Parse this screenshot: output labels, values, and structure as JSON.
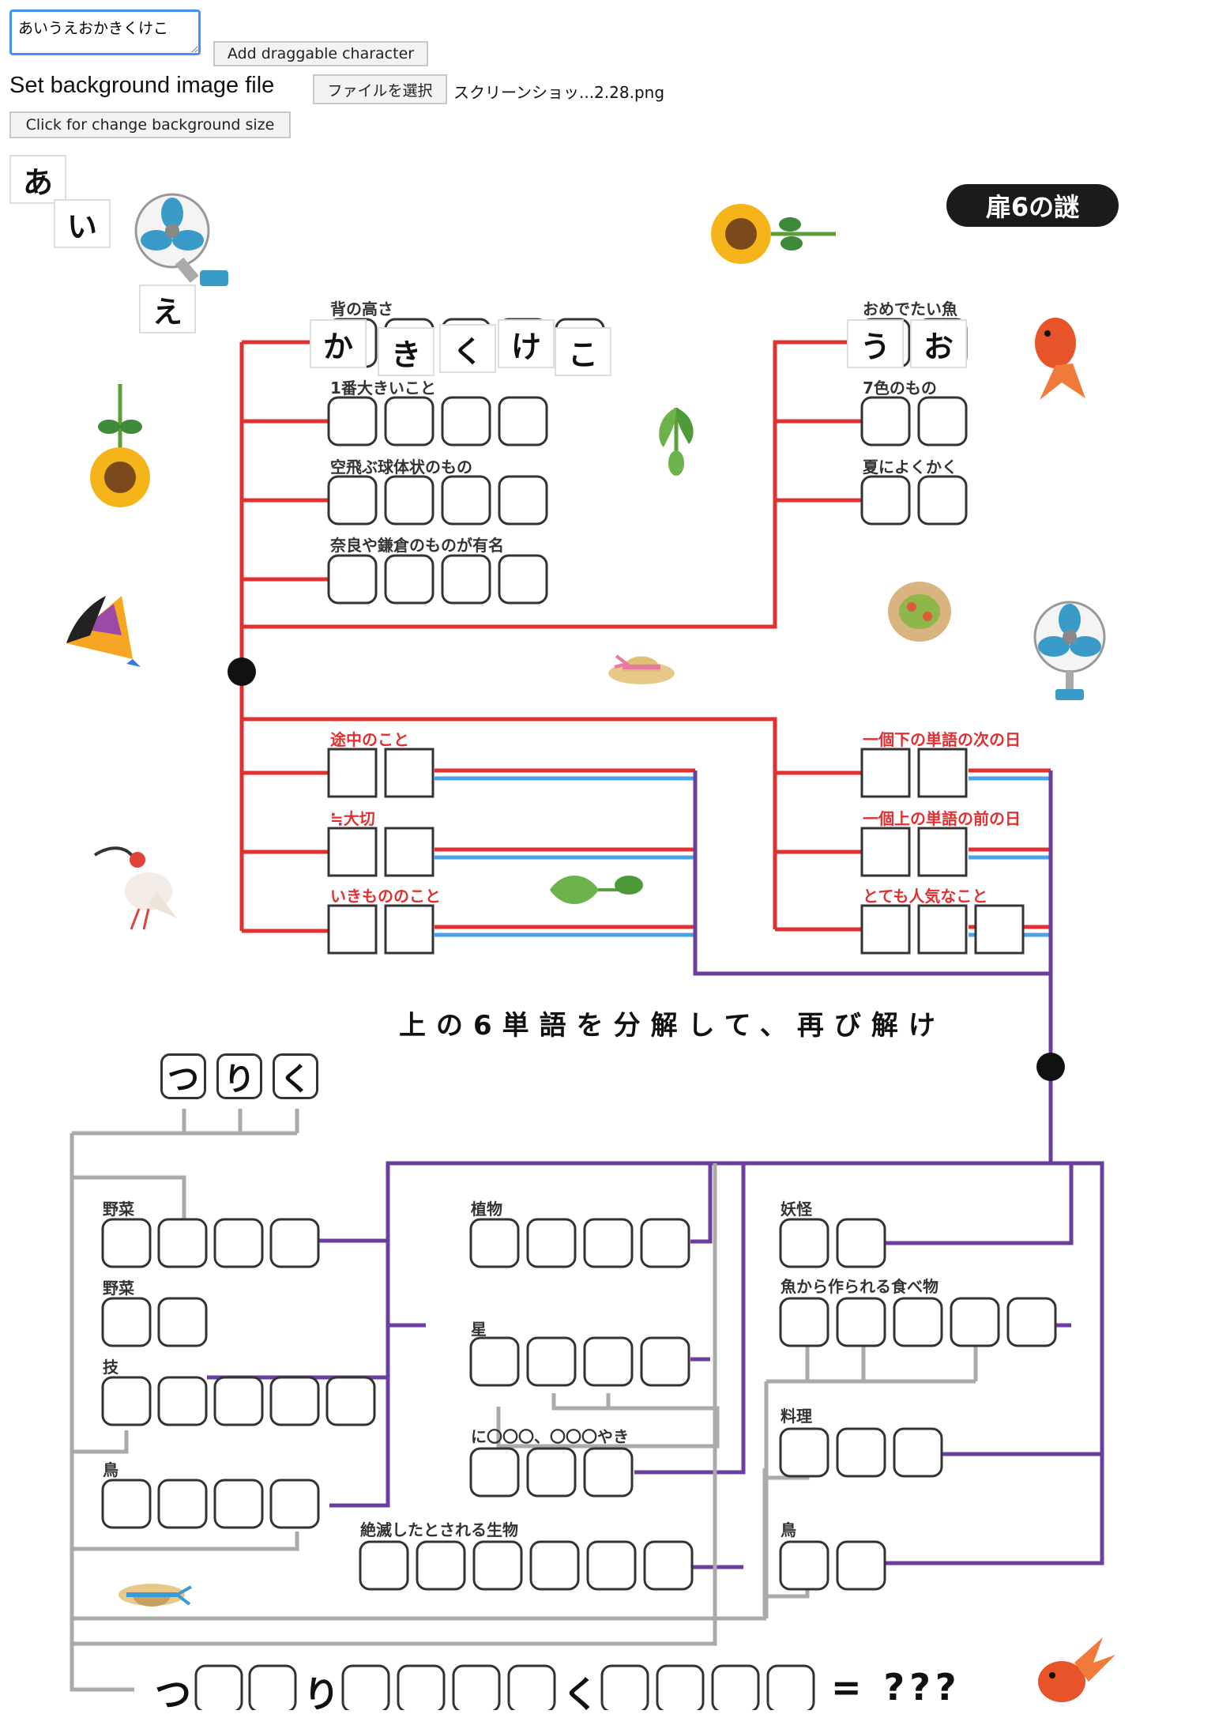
{
  "controls": {
    "textarea_value": "あいうえおかきくけこ",
    "add_button": "Add draggable character",
    "bg_label": "Set background image file",
    "file_button": "ファイルを選択",
    "file_name": "スクリーンショッ...2.28.png",
    "size_button": "Click for change background size"
  },
  "puzzle": {
    "title": "扉6の謎",
    "instruction": "上の6単語を分解して、再び解け",
    "questions": {
      "height": "背の高さ",
      "number1": "1番大きいこと",
      "sphere": "空飛ぶ球体状のもの",
      "nara": "奈良や鎌倉のものが有名",
      "fish": "おめでたい魚",
      "seven": "7色のもの",
      "sweat": "夏によくかく",
      "midway": "途中のこと",
      "important": "≒大切",
      "creature": "いきもののこと",
      "next_day": "一個下の単語の次の日",
      "prev_day": "一個上の単語の前の日",
      "popular": "とても人気なこと",
      "veg1": "野菜",
      "veg2": "野菜",
      "skill": "技",
      "bird1": "鳥",
      "plant": "植物",
      "star": "星",
      "niyaki": "に〇〇〇、〇〇〇やき",
      "extinct": "絶滅したとされる生物",
      "youkai": "妖怪",
      "fishfood": "魚から作られる食べ物",
      "cooking": "料理",
      "bird2": "鳥"
    },
    "hint_chars": [
      "つ",
      "り",
      "く"
    ],
    "answer_glyphs": [
      "つ",
      "り",
      "く"
    ],
    "answer_result": "= ???"
  },
  "pieces": [
    "あ",
    "い",
    "う",
    "え",
    "お",
    "か",
    "き",
    "く",
    "け",
    "こ"
  ],
  "icons": [
    "fan-icon",
    "sunflower-icon",
    "goldfish-icon",
    "sprout-icon",
    "sailboat-icon",
    "straw-hat-icon",
    "crested-ibis-icon",
    "leaf-icon",
    "pastry-icon"
  ]
}
